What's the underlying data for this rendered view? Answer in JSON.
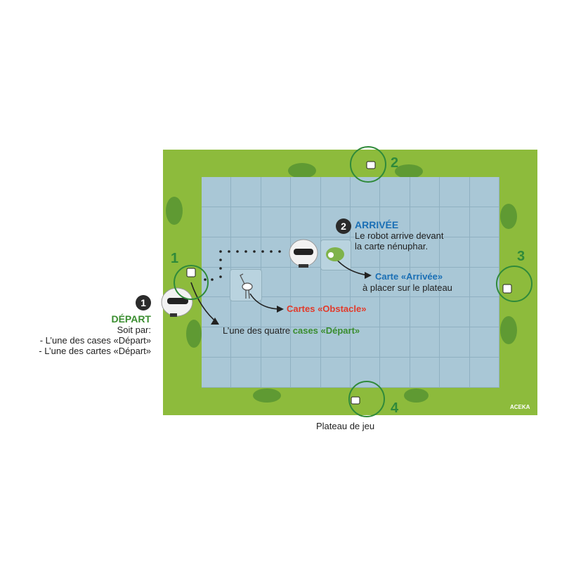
{
  "caption": "Plateau de jeu",
  "start": {
    "badge": "1",
    "title": "DÉPART",
    "line1": "Soit par:",
    "line2": "- L’une des cases «Départ»",
    "line3": "- L’une des cartes «Départ»"
  },
  "arrival": {
    "badge": "2",
    "title": "ARRIVÉE",
    "line1": "Le robot arrive devant",
    "line2": "la carte nénuphar."
  },
  "card_arrival": {
    "title": "Carte «Arrivée»",
    "line2": "à placer sur le plateau"
  },
  "obstacle": {
    "label": "Cartes «Obstacle»"
  },
  "start_cells": {
    "prefix": "L’une des quatre ",
    "highlight": "cases «Départ»"
  },
  "positions": {
    "p1": "1",
    "p2": "2",
    "p3": "3",
    "p4": "4"
  },
  "brand": "ACEKA",
  "colors": {
    "grass": "#8dbb3c",
    "water": "#a9c7d6",
    "green_label": "#3a8d2f",
    "blue_label": "#1a6fb5",
    "red_label": "#e23a2a"
  }
}
